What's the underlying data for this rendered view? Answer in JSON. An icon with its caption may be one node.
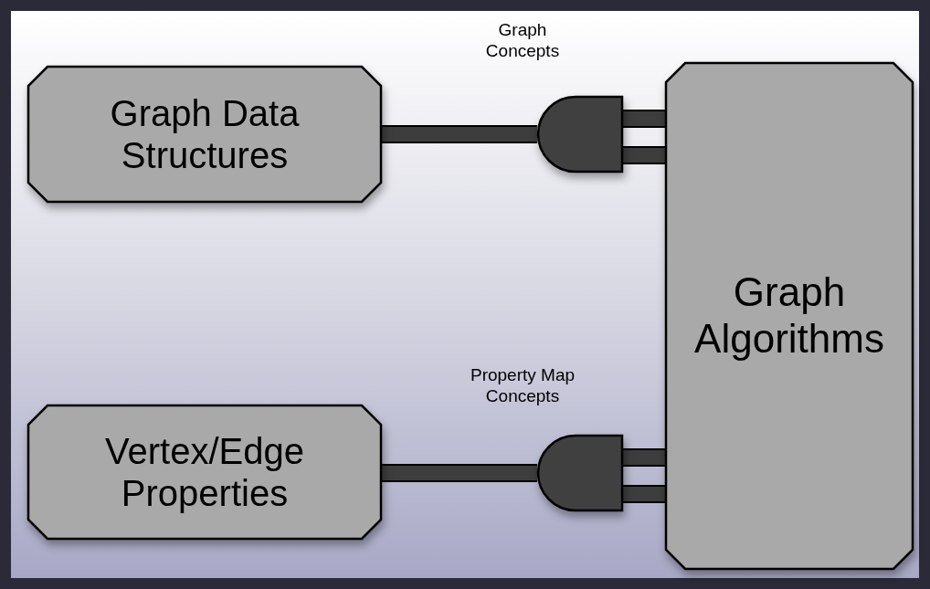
{
  "diagram": {
    "nodes": [
      {
        "text": [
          "Graph Data Structures"
        ]
      },
      {
        "text": [
          "Vertex/Edge Properties"
        ]
      },
      {
        "text": [
          "Graph Algorithms"
        ]
      },
      {
        "text": [],
        "shape": "plug",
        "beside": [
          "Graph Concepts"
        ]
      },
      {
        "text": [],
        "shape": "plug",
        "beside": [
          "Property Map Concepts"
        ]
      }
    ],
    "edges": [
      {
        "from": 0,
        "to": 3,
        "arrow": "none"
      },
      {
        "from": 3,
        "to": 2,
        "arrow": "none"
      },
      {
        "from": 3,
        "to": 2,
        "arrow": "none"
      },
      {
        "from": 1,
        "to": 4,
        "arrow": "none"
      },
      {
        "from": 4,
        "to": 2,
        "arrow": "none"
      },
      {
        "from": 4,
        "to": 2,
        "arrow": "none"
      }
    ]
  }
}
